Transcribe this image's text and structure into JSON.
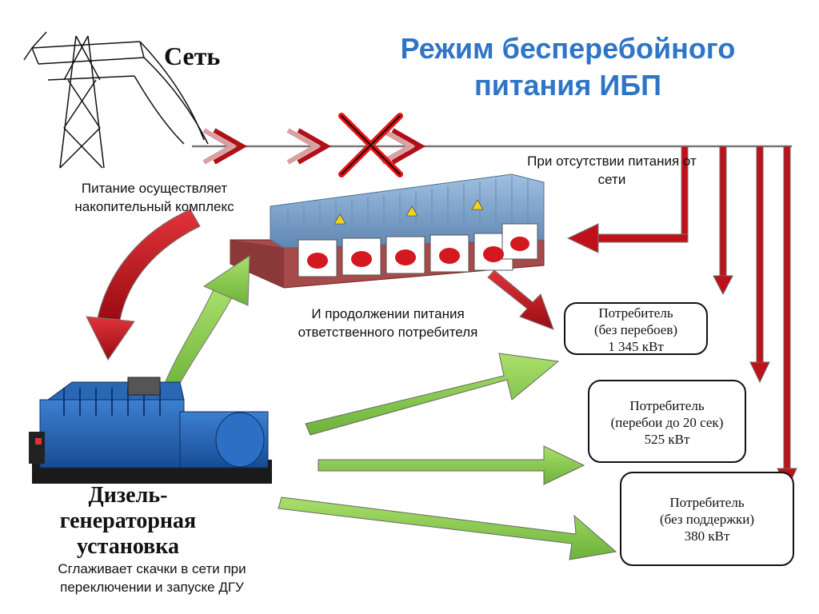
{
  "title": "Режим бесперебойного питания ИБП",
  "grid_label": "Сеть",
  "captions": {
    "storage": "Питание осуществляет накопительный комплекс",
    "absence": "При отсутствии питания от сети",
    "continuation": "И продолжении питания ответственного потребителя",
    "smoothing": "Сглаживает скачки в сети при переключении и запуске ДГУ"
  },
  "generator_label": "Дизель-генераторная установка",
  "consumers": [
    {
      "name": "Потребитель",
      "note": "(без перебоев)",
      "power": "1 345 кВт"
    },
    {
      "name": "Потребитель",
      "note": "(перебои до 20 сек)",
      "power": "525 кВт"
    },
    {
      "name": "Потребитель",
      "note": "(без поддержки)",
      "power": "380 кВт"
    }
  ],
  "colors": {
    "title": "#2e75c7",
    "red_arrow": "#c0101a",
    "green_arrow": "#8ccf4a",
    "cross": "#e11",
    "container": "#7fa3cc",
    "platform": "#a64a4a"
  },
  "icons": {
    "pylon": "power-pylon-icon",
    "storage": "energy-storage-container-icon",
    "generator": "diesel-generator-icon",
    "cross": "disconnect-cross-icon"
  }
}
